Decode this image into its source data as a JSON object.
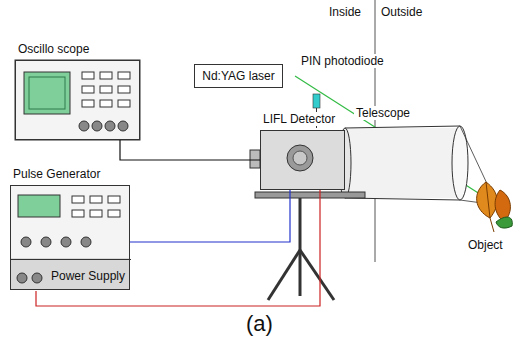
{
  "diagram": {
    "nodes": [
      {
        "text": [
          "Oscillo scope"
        ]
      },
      {
        "text": [
          "Nd:YAG laser"
        ]
      },
      {
        "text": [
          "LIFL Detector"
        ]
      },
      {
        "text": [
          "Pulse Generator"
        ]
      },
      {
        "text": [
          "Power Supply"
        ],
        "in": 3
      }
    ],
    "edges": [
      {
        "from": 0,
        "to": 2,
        "arrow": "none"
      },
      {
        "from": 3,
        "to": 2,
        "arrow": "none"
      },
      {
        "from": 4,
        "to": 2,
        "arrow": "none"
      }
    ],
    "labels": [
      "Inside",
      "Outside",
      "PIN photodiode",
      "Telescope",
      "Object",
      "(a)"
    ]
  }
}
